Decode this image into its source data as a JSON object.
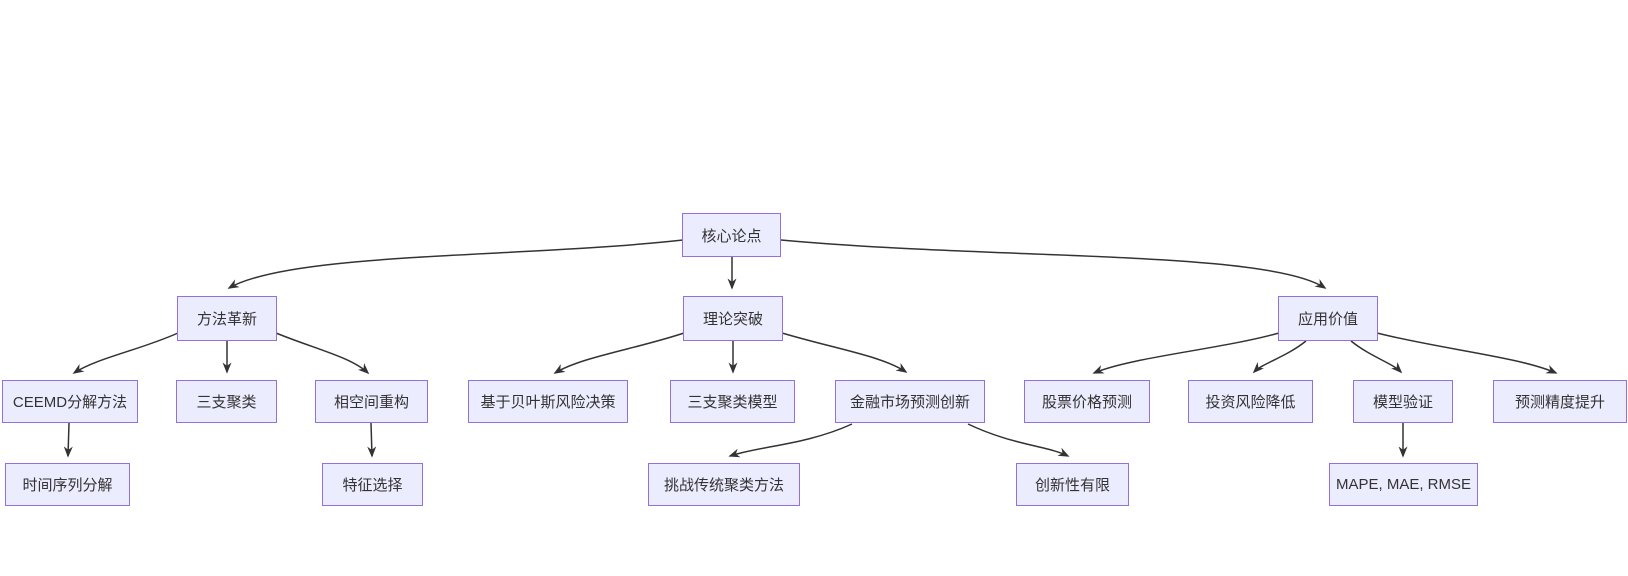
{
  "diagram": {
    "type": "flowchart-tree",
    "colors": {
      "background": "#ffffff",
      "node_fill": "#ECECFF",
      "node_border": "#9370DB",
      "edge_color": "#333333",
      "text": "#333333"
    },
    "nodes": {
      "root": {
        "label": "核心论点"
      },
      "method": {
        "label": "方法革新"
      },
      "theory": {
        "label": "理论突破"
      },
      "application": {
        "label": "应用价值"
      },
      "ceemd": {
        "label": "CEEMD分解方法"
      },
      "threeway": {
        "label": "三支聚类"
      },
      "phase": {
        "label": "相空间重构"
      },
      "bayes": {
        "label": "基于贝叶斯风险决策"
      },
      "twcmodel": {
        "label": "三支聚类模型"
      },
      "fininnov": {
        "label": "金融市场预测创新"
      },
      "stock": {
        "label": "股票价格预测"
      },
      "risk": {
        "label": "投资风险降低"
      },
      "validation": {
        "label": "模型验证"
      },
      "precision": {
        "label": "预测精度提升"
      },
      "tsdecomp": {
        "label": "时间序列分解"
      },
      "feature": {
        "label": "特征选择"
      },
      "challenge": {
        "label": "挑战传统聚类方法"
      },
      "limited": {
        "label": "创新性有限"
      },
      "metrics": {
        "label": "MAPE, MAE, RMSE"
      }
    },
    "edges": [
      [
        "root",
        "method"
      ],
      [
        "root",
        "theory"
      ],
      [
        "root",
        "application"
      ],
      [
        "method",
        "ceemd"
      ],
      [
        "method",
        "threeway"
      ],
      [
        "method",
        "phase"
      ],
      [
        "ceemd",
        "tsdecomp"
      ],
      [
        "phase",
        "feature"
      ],
      [
        "theory",
        "bayes"
      ],
      [
        "theory",
        "twcmodel"
      ],
      [
        "theory",
        "fininnov"
      ],
      [
        "fininnov",
        "challenge"
      ],
      [
        "fininnov",
        "limited"
      ],
      [
        "application",
        "stock"
      ],
      [
        "application",
        "risk"
      ],
      [
        "application",
        "validation"
      ],
      [
        "application",
        "precision"
      ],
      [
        "validation",
        "metrics"
      ]
    ]
  }
}
